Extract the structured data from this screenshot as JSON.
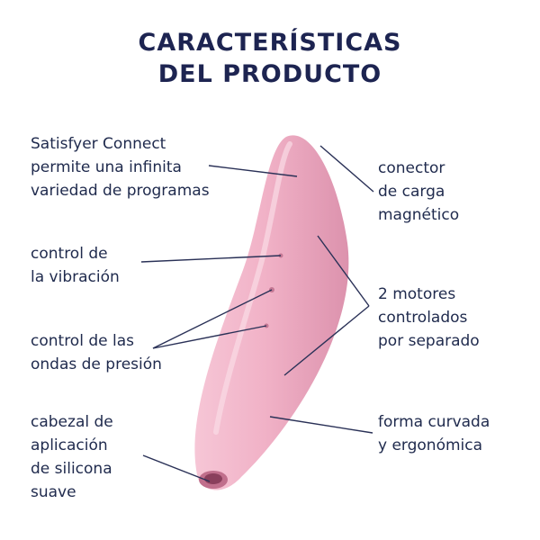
{
  "title": {
    "line1": "CARACTERÍSTICAS",
    "line2": "DEL PRODUCTO"
  },
  "labels": {
    "app": [
      "Satisfyer Connect",
      "permite una infinita",
      "variedad de programas"
    ],
    "vibration": [
      "control de",
      "la vibración"
    ],
    "pressure": [
      "control de las",
      "ondas de presión"
    ],
    "head": [
      "cabezal de",
      "aplicación",
      "de silicona",
      "suave"
    ],
    "charger": [
      "conector",
      "de carga",
      "magnético"
    ],
    "motors": [
      "2 motores",
      "controlados",
      "por separado"
    ],
    "shape": [
      "forma curvada",
      "y ergonómica"
    ]
  },
  "colors": {
    "text": "#1f2a4d",
    "product": "#f0b3c8",
    "product_shadow": "#e394b0",
    "lines": "#2a3157"
  }
}
